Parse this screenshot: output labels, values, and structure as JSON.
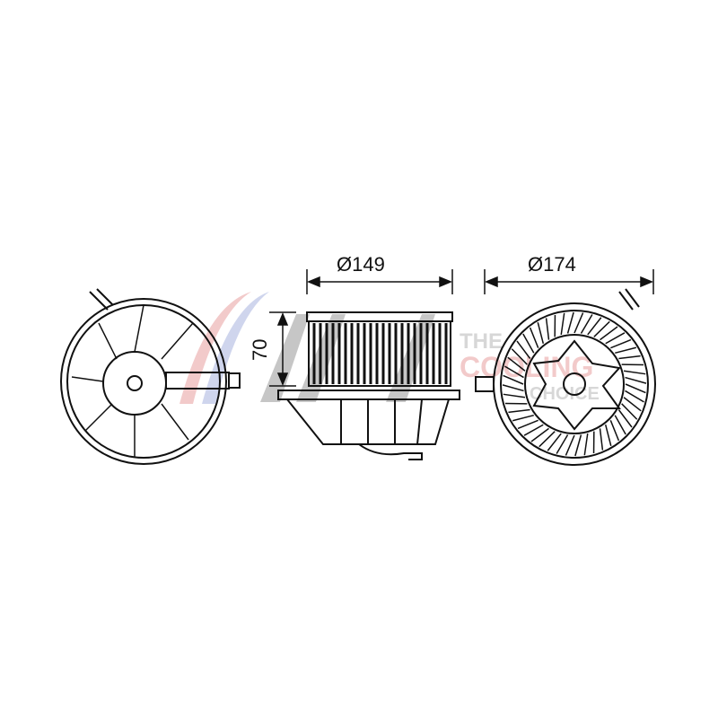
{
  "dimensions": {
    "diameter_front": "Ø149",
    "diameter_rear": "Ø174",
    "height": "70"
  },
  "watermark": {
    "line1": "THE",
    "line2": "COOLING",
    "line3": "CHOICE"
  },
  "colors": {
    "line": "#111111",
    "wm_red": "#e9a0a0",
    "wm_blue": "#a8b4e0",
    "wm_gray": "#b8b8b8"
  }
}
